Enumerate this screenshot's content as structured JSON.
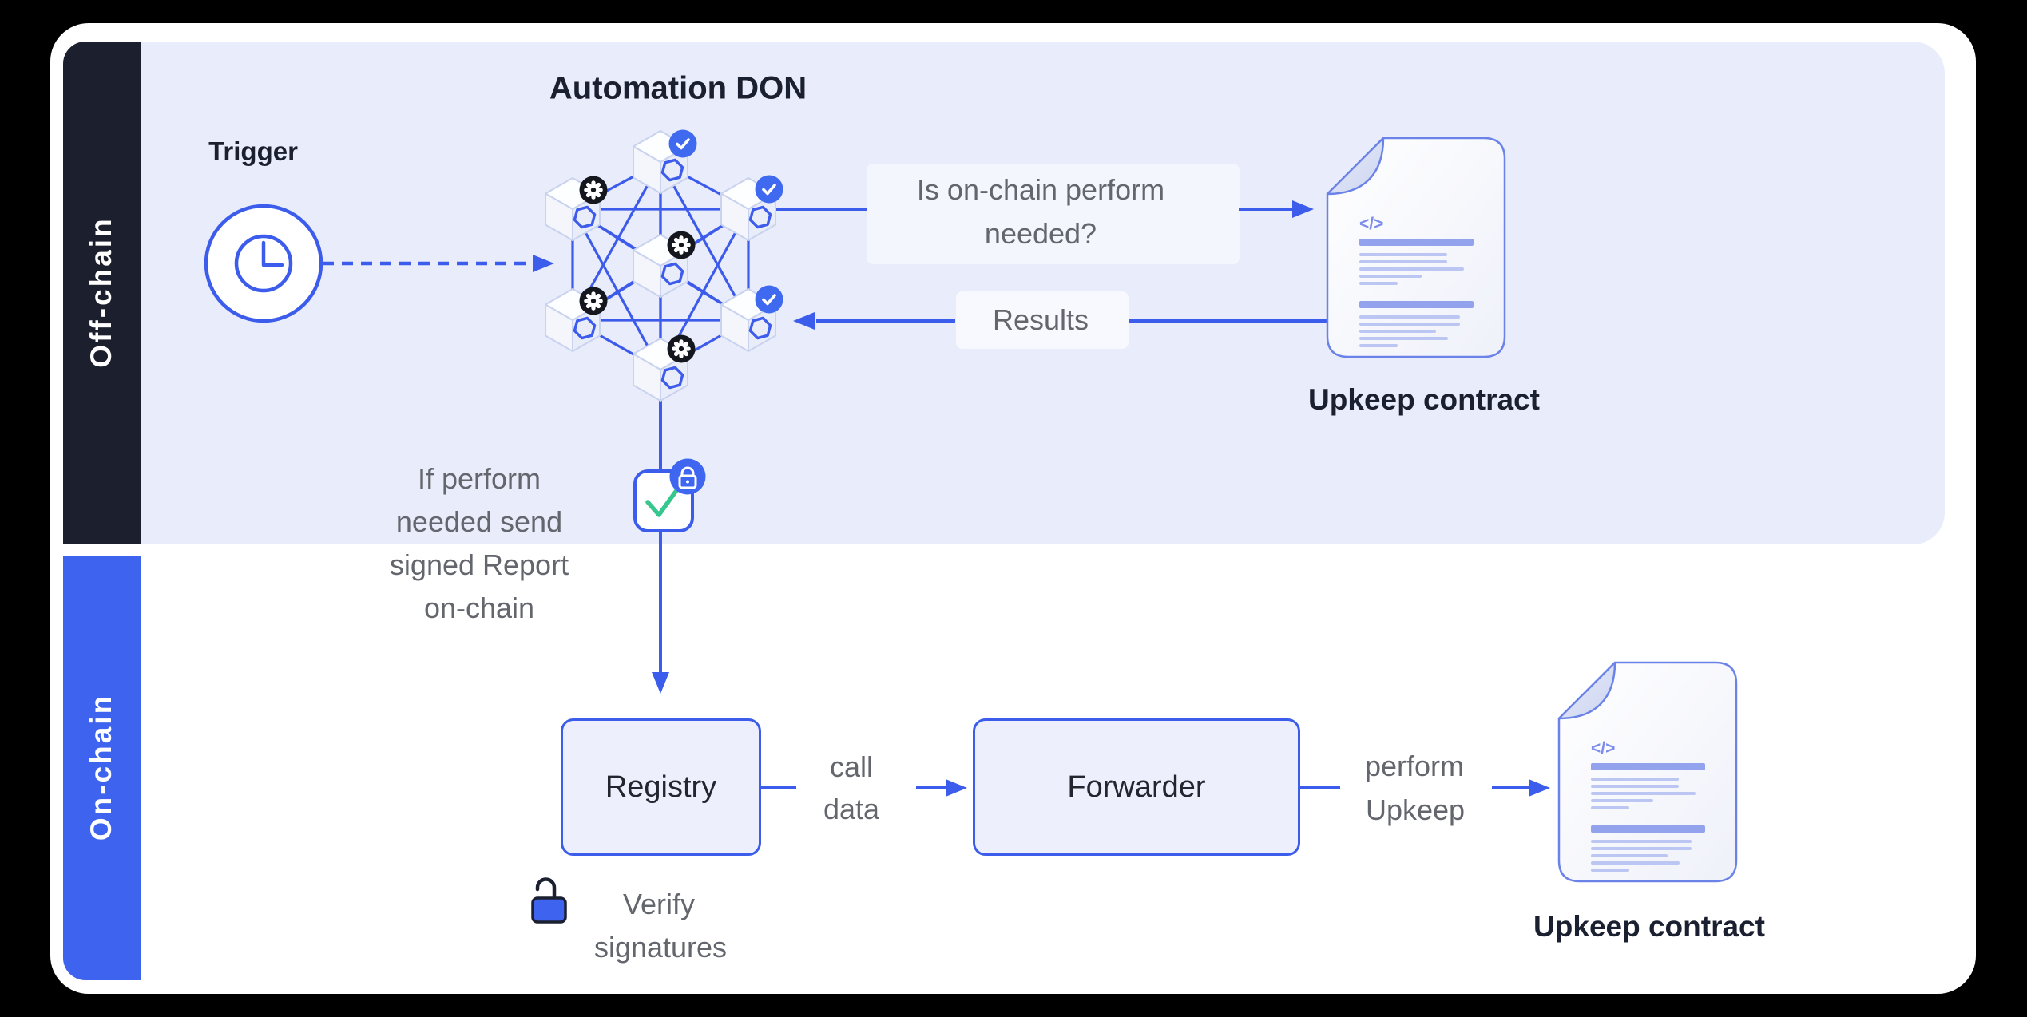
{
  "sidebars": {
    "off_chain": "Off-chain",
    "on_chain": "On-chain"
  },
  "off_chain": {
    "trigger_label": "Trigger",
    "don_title": "Automation DON",
    "question_lines": [
      "Is on-chain perform",
      "needed?"
    ],
    "results_label": "Results",
    "upkeep_contract_label": "Upkeep contract",
    "report_note_lines": [
      "If perform",
      "needed send",
      "signed Report",
      "on-chain"
    ]
  },
  "on_chain": {
    "registry_label": "Registry",
    "call_data_lines": [
      "call",
      "data"
    ],
    "forwarder_label": "Forwarder",
    "perform_upkeep_lines": [
      "perform",
      "Upkeep"
    ],
    "upkeep_contract_label": "Upkeep contract",
    "verify_lines": [
      "Verify",
      "signatures"
    ]
  },
  "icons": {
    "trigger": "clock-icon",
    "don_node": "hexagon-node-icon",
    "node_ok_badge": "check-icon",
    "node_compute_badge": "gear-icon",
    "signed_report_badge": "lock-icon",
    "signed_report_mark": "check-icon",
    "verify_signatures": "unlock-icon",
    "upkeep_contract": "document-icon",
    "contract_code": "code-icon"
  },
  "colors": {
    "page_bg": "#000000",
    "card_bg": "#FFFFFF",
    "offchain_bg": "#E9ECFA",
    "sidebar_dark": "#1C1F2E",
    "sidebar_blue": "#3E63EE",
    "accent_blue": "#3C5CEC",
    "badge_check_blue": "#3F6AF0",
    "badge_gear_black": "#15171F",
    "green_check": "#36C78E",
    "doc_border": "#6B83E8",
    "doc_bar": "#93A2ED",
    "text_dark": "#1B2030",
    "text_gray": "#63666D"
  }
}
